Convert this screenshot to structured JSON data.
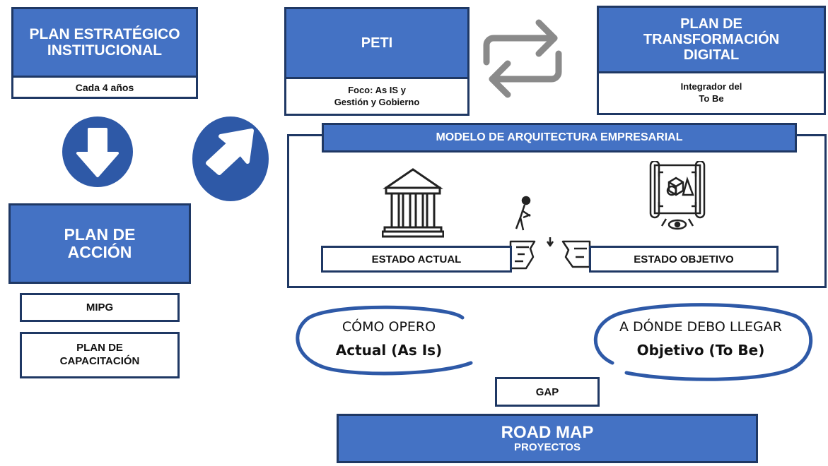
{
  "colors": {
    "box_fill": "#4472c4",
    "border": "#1f3864",
    "circle": "#2e59a7",
    "text_dark": "#111111"
  },
  "left": {
    "plan_estrategico": {
      "line1": "PLAN ESTRATÉGICO",
      "line2": "INSTITUCIONAL",
      "sub": "Cada 4 años"
    },
    "plan_accion": {
      "line1": "PLAN DE",
      "line2": "ACCIÓN"
    },
    "mipg": "MIPG",
    "plan_capacitacion": {
      "line1": "PLAN DE",
      "line2": "CAPACITACIÓN"
    }
  },
  "peti": {
    "title": "PETI",
    "sub1": "Foco: As IS y",
    "sub2": "Gestión y Gobierno"
  },
  "transformacion": {
    "line1": "PLAN DE",
    "line2": "TRANSFORMACIÓN",
    "line3": "DIGITAL",
    "sub1": "Integrador del",
    "sub2": "To Be"
  },
  "modelo": {
    "title": "MODELO DE ARQUITECTURA EMPRESARIAL",
    "estado_actual": "ESTADO ACTUAL",
    "estado_objetivo": "ESTADO OBJETIVO"
  },
  "como_opero": {
    "line1": "CÓMO OPERO",
    "line2": "Actual (As Is)"
  },
  "a_donde": {
    "line1": "A DÓNDE DEBO LLEGAR",
    "line2": "Objetivo (To Be)"
  },
  "gap": "GAP",
  "road_map": {
    "line1": "ROAD MAP",
    "line2": "PROYECTOS"
  },
  "icons": [
    "arrow-down-circle-icon",
    "arrow-up-right-circle-icon",
    "exchange-arrows-icon",
    "building-icon",
    "blueprint-icon",
    "climbing-person-icon"
  ]
}
